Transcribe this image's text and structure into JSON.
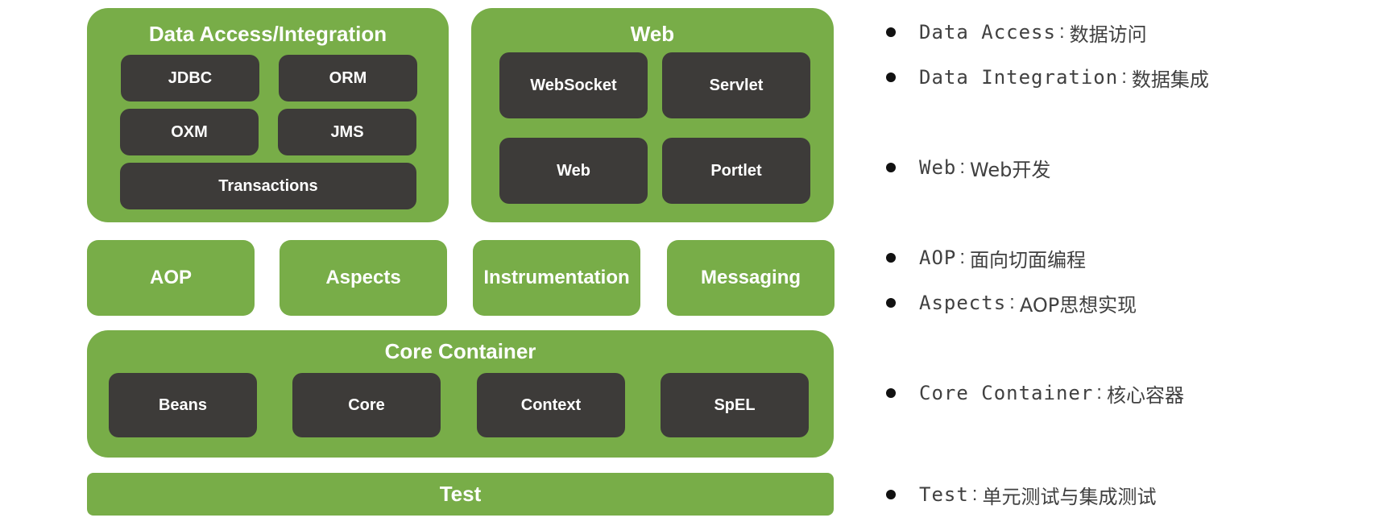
{
  "diagram": {
    "data_access": {
      "title": "Data Access/Integration",
      "modules": [
        "JDBC",
        "ORM",
        "OXM",
        "JMS",
        "Transactions"
      ]
    },
    "web": {
      "title": "Web",
      "modules": [
        "WebSocket",
        "Servlet",
        "Web",
        "Portlet"
      ]
    },
    "middle": [
      "AOP",
      "Aspects",
      "Instrumentation",
      "Messaging"
    ],
    "core_container": {
      "title": "Core Container",
      "modules": [
        "Beans",
        "Core",
        "Context",
        "SpEL"
      ]
    },
    "test": "Test"
  },
  "notes": [
    {
      "term": "Data Access",
      "sep": ":",
      "desc": "数据访问"
    },
    {
      "term": "Data Integration",
      "sep": ":",
      "desc": "数据集成"
    },
    {
      "term": "Web",
      "sep": ":",
      "desc": "Web开发"
    },
    {
      "term": "AOP",
      "sep": ":",
      "desc": "面向切面编程"
    },
    {
      "term": "Aspects",
      "sep": ":",
      "desc": "AOP思想实现"
    },
    {
      "term": "Core Container",
      "sep": ":",
      "desc": "核心容器"
    },
    {
      "term": "Test",
      "sep": ":",
      "desc": "单元测试与集成测试"
    }
  ],
  "colors": {
    "group_green": "#78ad48",
    "module_dark": "#3d3b39",
    "text_white": "#ffffff"
  }
}
